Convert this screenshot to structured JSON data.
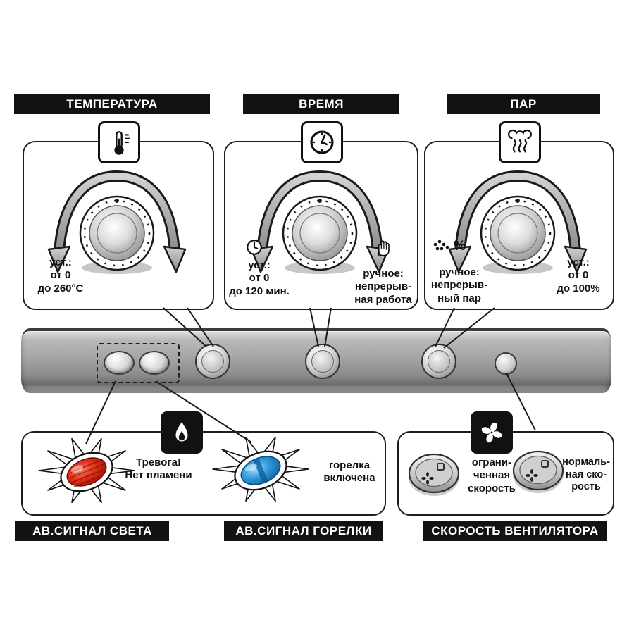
{
  "colors": {
    "label_bg": "#121212",
    "panel_gray": "#a3a3a3",
    "alarm_red": "#c41808",
    "burner_blue": "#1b7fc4"
  },
  "sections": {
    "temperature": {
      "header": "ТЕМПЕРАТУРА",
      "icon": "thermometer-icon",
      "set_text": "уст.:\nот 0\nдо 260°C"
    },
    "time": {
      "header": "ВРЕМЯ",
      "icon": "clock-icon",
      "set_text": "уст.:\nот 0\nдо 120 мин.",
      "manual_text": "ручное:\nнепрерыв-\nная работа"
    },
    "steam": {
      "header": "ПАР",
      "icon": "steam-icon",
      "manual_symbol": "%",
      "manual_text": "ручное:\nнепрерыв-\nный пар",
      "set_text": "уст.:\nот 0\nдо 100%"
    }
  },
  "indicators": {
    "flame_alarm": {
      "label": "АВ.СИГНАЛ СВЕТА",
      "text": "Тревога!\nНет пламени",
      "color": "#c41808"
    },
    "burner": {
      "label": "АВ.СИГНАЛ ГОРЕЛКИ",
      "text": "горелка\nвключена",
      "color": "#1b7fc4"
    },
    "fan": {
      "label": "СКОРОСТЬ ВЕНТИЛЯТОРА",
      "limited_text": "ограни-\nченная\nскорость",
      "normal_text": "нормаль-\nная ско-\nрость"
    }
  }
}
